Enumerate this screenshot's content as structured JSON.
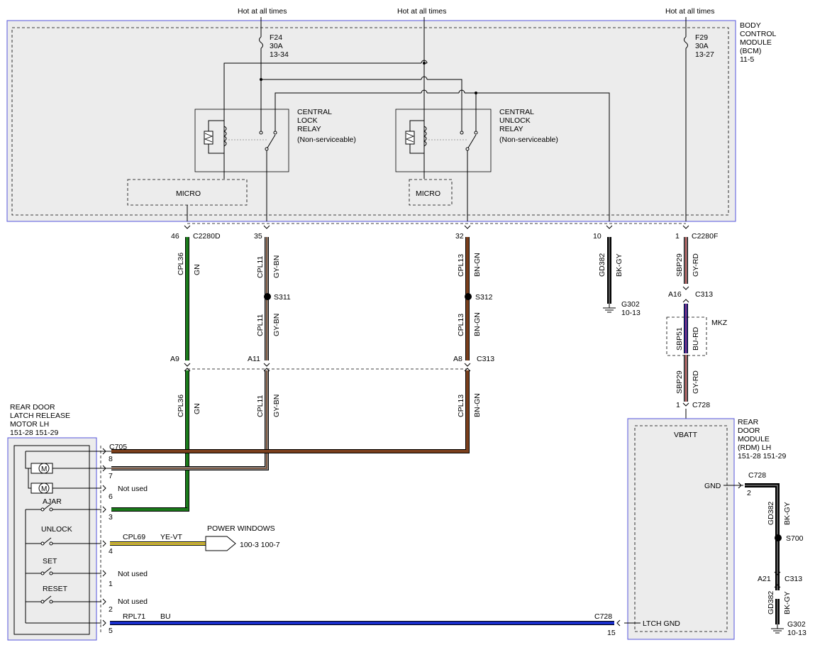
{
  "colors": {
    "gn": "#1a7a1a",
    "bn": "#7a3f1c",
    "gy": "#8c8c8c",
    "rd": "#c03030",
    "bk": "#000000",
    "bu": "#1a2fcc",
    "ye": "#e8dc1a",
    "module_border": "#5555dd",
    "module_fill": "#ececec"
  },
  "supply": {
    "hot1": "Hot at all times",
    "hot2": "Hot at all times",
    "hot3": "Hot at all times"
  },
  "bcm": {
    "title": [
      "BODY",
      "CONTROL",
      "MODULE",
      "(BCM)",
      "11-5"
    ],
    "f24": [
      "F24",
      "30A",
      "13-34"
    ],
    "f29": [
      "F29",
      "30A",
      "13-27"
    ],
    "lock_relay": [
      "CENTRAL",
      "LOCK",
      "RELAY",
      "(Non-serviceable)"
    ],
    "unlock_relay": [
      "CENTRAL",
      "UNLOCK",
      "RELAY",
      "(Non-serviceable)"
    ],
    "micro1": "MICRO",
    "micro2": "MICRO"
  },
  "connectors": {
    "c2280d": "C2280D",
    "c2280f": "C2280F",
    "c313a": "C313",
    "c313b": "C313",
    "c313c": "C313",
    "c728a": "C728",
    "c728b": "C728",
    "c728c": "C728",
    "c705": "C705"
  },
  "pins": {
    "p46": "46",
    "p35": "35",
    "p32": "32",
    "p10": "10",
    "p1": "1",
    "a16": "A16",
    "a9": "A9",
    "a11": "A11",
    "a8": "A8",
    "c728_1": "1",
    "c728_2": "2",
    "a21": "A21",
    "p15": "15"
  },
  "wires": {
    "cpl36": "CPL36",
    "gn": "GN",
    "cpl11": "CPL11",
    "gybn": "GY-BN",
    "cpl13": "CPL13",
    "bngn": "BN-GN",
    "gd382": "GD382",
    "bkgy": "BK-GY",
    "sbp29": "SBP29",
    "gyrd": "GY-RD",
    "sbp51": "SBP51",
    "burd": "BU-RD",
    "cpl69": "CPL69",
    "yevt": "YE-VT",
    "rpl71": "RPL71",
    "bu": "BU"
  },
  "splices": {
    "s311": "S311",
    "s312": "S312",
    "s700": "S700"
  },
  "grounds": {
    "g302a": [
      "G302",
      "10-13"
    ],
    "g302b": [
      "G302",
      "10-13"
    ]
  },
  "option_mkz": "MKZ",
  "latch": {
    "title": [
      "REAR DOOR",
      "LATCH RELEASE",
      "MOTOR LH",
      "151-28  151-29"
    ],
    "motor": "M",
    "pins": [
      "8",
      "7",
      "6",
      "3",
      "4",
      "1",
      "2",
      "5"
    ],
    "ajar": "AJAR",
    "unlock": "UNLOCK",
    "set": "SET",
    "reset": "RESET",
    "not_used": "Not used"
  },
  "power_windows": {
    "label": "POWER WINDOWS",
    "refs": "100-3   100-7"
  },
  "rdm": {
    "title": [
      "REAR",
      "DOOR",
      "MODULE",
      "(RDM) LH",
      "151-28  151-29"
    ],
    "vbatt": "VBATT",
    "gnd": "GND",
    "ltch_gnd": "LTCH GND"
  }
}
